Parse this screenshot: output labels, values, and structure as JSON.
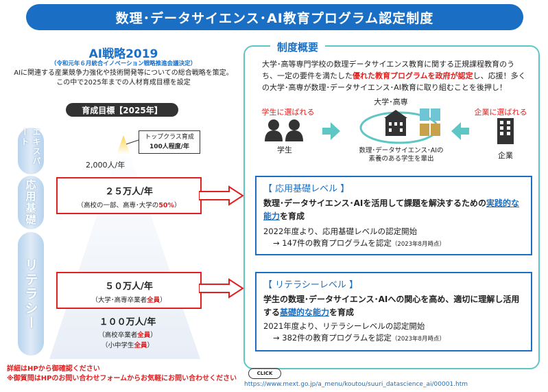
{
  "title": "数理･データサイエンス･AI教育プログラム認定制度",
  "ai_strategy": {
    "title": "AI戦略2019",
    "subtitle": "（令和元年６月統合イノベーション戦略推進会議決定）",
    "desc_line1": "AIに関連する産業競争力強化や技術開発等についての総合戦略を策定。",
    "desc_line2": "この中で2025年までの人材育成目標を設定"
  },
  "goal_label": "育成目標【2025年】",
  "pyramid": {
    "expert_label": "エキスパート",
    "applied_label": "応用基礎",
    "literacy_label": "リテラシー",
    "callout_line1": "トップクラス育成",
    "callout_line2": "100人程度/年",
    "expert_count": "2,000人/年",
    "applied_count": "２５万人/年",
    "applied_detail_pre": "（高校の一部、高専･大学の",
    "applied_detail_red": "50%",
    "applied_detail_post": "）",
    "literacy_count": "５０万人/年",
    "literacy_detail_pre": "（大学･高専卒業者",
    "literacy_detail_red": "全員",
    "literacy_detail_post": "）",
    "base_count": "１００万人/年",
    "base_detail1_pre": "（高校卒業者",
    "base_detail1_red": "全員",
    "base_detail1_post": "）",
    "base_detail2_pre": "（小中学生",
    "base_detail2_red": "全員",
    "base_detail2_post": "）"
  },
  "overview": {
    "tag": "制度概要",
    "text_a": "大学･高等専門学校の数理データサイエンス教育に関する正規課程教育のうち、一定の要件を満たした",
    "text_red": "優れた教育プログラムを政府が認定",
    "text_b": "し、応援！多くの大学･高専が数理･データサイエンス･AI教育に取り組むことを後押し！",
    "chosen_by_students": "学生に選ばれる",
    "chosen_by_companies": "企業に選ばれる",
    "university_label": "大学･高専",
    "student_label": "学生",
    "company_label": "企業",
    "output_line1": "数理･データサイエンス･AIの",
    "output_line2": "素養のある学生を輩出"
  },
  "applied_level": {
    "head": "【 応用基礎レベル 】",
    "body_a": "数理･データサイエンス･AIを活用して課題を解決するための",
    "body_ul": "実践的な能力",
    "body_b": "を育成",
    "note1": "2022年度より、応用基礎レベルの認定開始",
    "note2_a": "→ 147件の教育プログラムを認定",
    "note2_small": "（2023年8月時点）"
  },
  "literacy_level": {
    "head": "【 リテラシーレベル 】",
    "body_a": "学生の数理･データサイエンス･AIへの関心を高め、適切に理解し活用する",
    "body_ul": "基礎的な能力",
    "body_b": "を育成",
    "note1": "2021年度より、リテラシーレベルの認定開始",
    "note2_a": "→ 382件の教育プログラムを認定",
    "note2_small": "（2023年8月時点）"
  },
  "footer": {
    "line1": "詳細はHPから御確認ください",
    "line2": "※御質問はHPのお問い合わせフォームからお気軽にお問い合わせください",
    "click": "CLICK",
    "url": "https://www.mext.go.jp/a_menu/koutou/suuri_datascience_ai/00001.htm"
  },
  "colors": {
    "brand_blue": "#1a6fc4",
    "accent_red": "#e02020",
    "teal": "#5ec6c4"
  }
}
